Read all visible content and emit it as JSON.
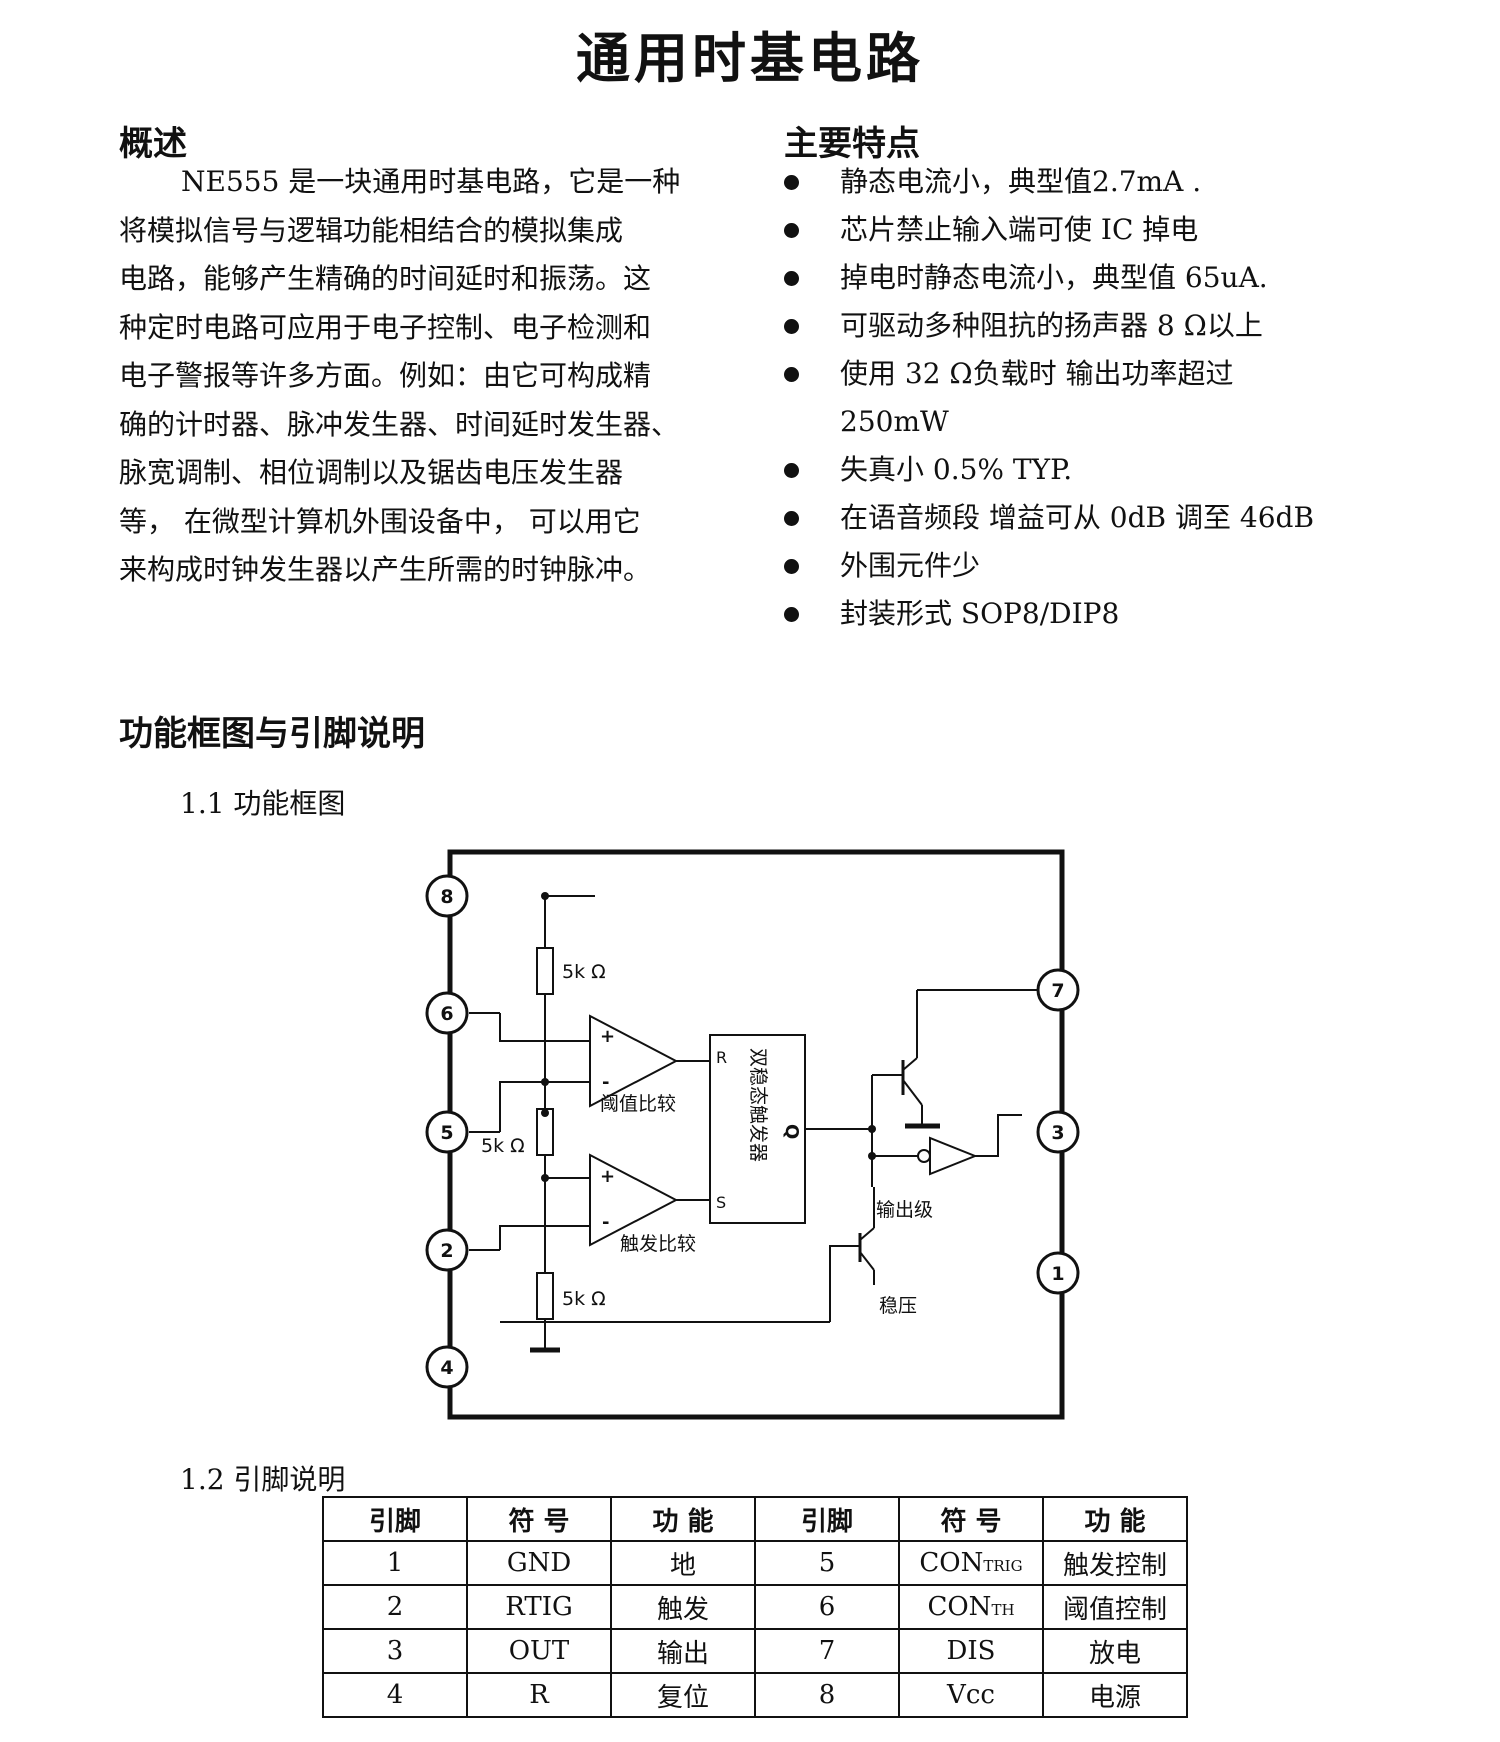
{
  "page_title": "通用时基电路",
  "overview": {
    "heading": "概述",
    "lines": [
      "NE555 是一块通用时基电路，它是一种",
      "将模拟信号与逻辑功能相结合的模拟集成",
      "电路，能够产生精确的时间延时和振荡。这",
      "种定时电路可应用于电子控制、电子检测和",
      "电子警报等许多方面。例如：由它可构成精",
      "确的计时器、脉冲发生器、时间延时发生器、",
      "脉宽调制、相位调制以及锯齿电压发生器",
      "等， 在微型计算机外围设备中， 可以用它",
      "来构成时钟发生器以产生所需的时钟脉冲。"
    ]
  },
  "features": {
    "heading": "主要特点",
    "items": [
      "静态电流小，典型值2.7mA .",
      "芯片禁止输入端可使 IC 掉电",
      "掉电时静态电流小，典型值 65uA.",
      "可驱动多种阻抗的扬声器 8 Ω以上",
      "使用 32 Ω负载时 输出功率超过",
      "失真小 0.5% TYP.",
      "在语音频段 增益可从 0dB 调至 46dB",
      "外围元件少",
      "封装形式 SOP8/DIP8"
    ],
    "item5_continuation": "250mW"
  },
  "section": {
    "title": "功能框图与引脚说明",
    "sub1": "1.1 功能框图",
    "sub2": "1.2 引脚说明"
  },
  "diagram": {
    "pins": [
      "8",
      "6",
      "5",
      "2",
      "4",
      "7",
      "3",
      "1"
    ],
    "resistor_top": "5k Ω",
    "resistor_mid": "5k Ω",
    "resistor_bottom": "5k Ω",
    "comparator_threshold": "阈值比较",
    "comparator_trigger": "触发比较",
    "flipflop": "双稳态触发器",
    "flipflop_r": "R",
    "flipflop_s": "S",
    "flipflop_q": "Q",
    "output_stage": "输出级",
    "regulator": "稳压",
    "plus": "+",
    "minus": "-"
  },
  "pin_table": {
    "headers": [
      "引脚",
      "符 号",
      "功 能",
      "引脚",
      "符 号",
      "功 能"
    ],
    "rows": [
      {
        "pin_a": "1",
        "sym_a": "GND",
        "func_a": "地",
        "pin_b": "5",
        "sym_b_main": "CON",
        "sym_b_sub": "TRIG",
        "func_b": "触发控制"
      },
      {
        "pin_a": "2",
        "sym_a": "RTIG",
        "func_a": "触发",
        "pin_b": "6",
        "sym_b_main": "CON",
        "sym_b_sub": "TH",
        "func_b": "阈值控制"
      },
      {
        "pin_a": "3",
        "sym_a": "OUT",
        "func_a": "输出",
        "pin_b": "7",
        "sym_b_main": "DIS",
        "sym_b_sub": "",
        "func_b": "放电"
      },
      {
        "pin_a": "4",
        "sym_a": "R",
        "func_a": "复位",
        "pin_b": "8",
        "sym_b_main": "Vcc",
        "sym_b_sub": "",
        "func_b": "电源"
      }
    ]
  }
}
